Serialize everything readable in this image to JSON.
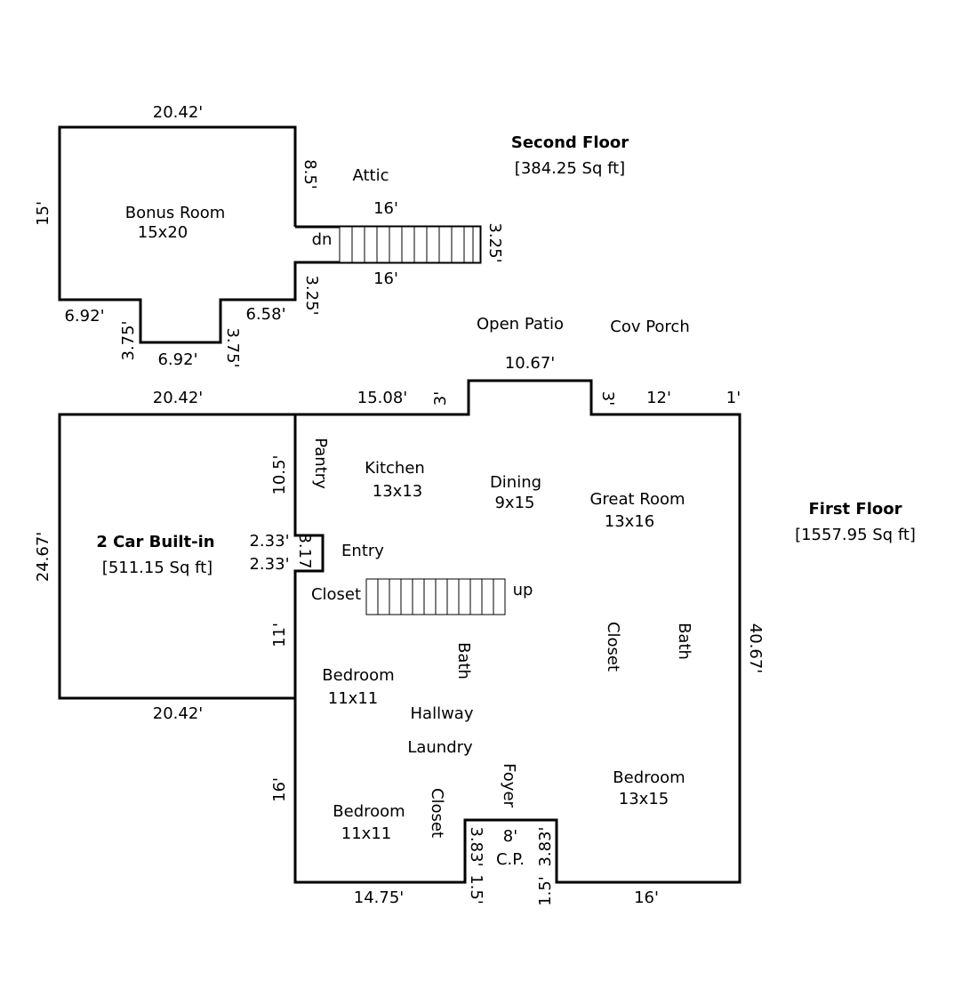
{
  "second_floor": {
    "title": "Second Floor",
    "area": "[384.25 Sq ft]",
    "rooms": {
      "bonus_room": "Bonus Room",
      "bonus_room_size": "15x20",
      "attic": "Attic",
      "stairs_down": "dn"
    },
    "dims": {
      "top": "20.42'",
      "left": "15'",
      "attic_drop": "8.5'",
      "stair_top": "16'",
      "stair_end": "3.25'",
      "stair_bottom": "16'",
      "stair_drop": "3.25'",
      "bottom_left": "6.92'",
      "notch_left": "3.75'",
      "notch_bottom": "6.92'",
      "notch_right": "3.75'",
      "bottom_right": "6.58'"
    }
  },
  "garage": {
    "title": "2 Car Built-in",
    "area": "[511.15 Sq ft]",
    "dims": {
      "top": "20.42'",
      "left": "24.67'",
      "bottom": "20.42'"
    }
  },
  "first_floor": {
    "title": "First Floor",
    "area": "[1557.95 Sq ft]",
    "outdoor": {
      "open_patio": "Open Patio",
      "cov_porch": "Cov Porch"
    },
    "rooms": {
      "pantry": "Pantry",
      "kitchen": "Kitchen",
      "kitchen_size": "13x13",
      "dining": "Dining",
      "dining_size": "9x15",
      "great_room": "Great Room",
      "great_room_size": "13x16",
      "entry": "Entry",
      "closet_entry": "Closet",
      "stairs_up": "up",
      "closet_mid": "Closet",
      "bath_right": "Bath",
      "bath_mid": "Bath",
      "bedroom1": "Bedroom",
      "bedroom1_size": "11x11",
      "hallway": "Hallway",
      "laundry": "Laundry",
      "foyer": "Foyer",
      "bedroom2": "Bedroom",
      "bedroom2_size": "13x15",
      "bedroom3": "Bedroom",
      "bedroom3_size": "11x11",
      "closet_low": "Closet",
      "cp": "C.P."
    },
    "dims": {
      "top_left": "15.08'",
      "bump_left": "3'",
      "bump_top": "10.67'",
      "bump_right": "3'",
      "top_right": "12'",
      "top_corner": "1'",
      "right": "40.67'",
      "left_upper": "10.5'",
      "entry_top": "2.33'",
      "entry_side": "3.17'",
      "entry_bottom": "2.33'",
      "left_mid": "11'",
      "left_lower": "16'",
      "bottom_left": "14.75'",
      "bottom_right": "16'",
      "cp_left_outer": "3.83'",
      "cp_left_inner": "1.5'",
      "cp_top": "8'",
      "cp_right_inner": "1.5'",
      "cp_right_outer": "3.83'"
    }
  }
}
